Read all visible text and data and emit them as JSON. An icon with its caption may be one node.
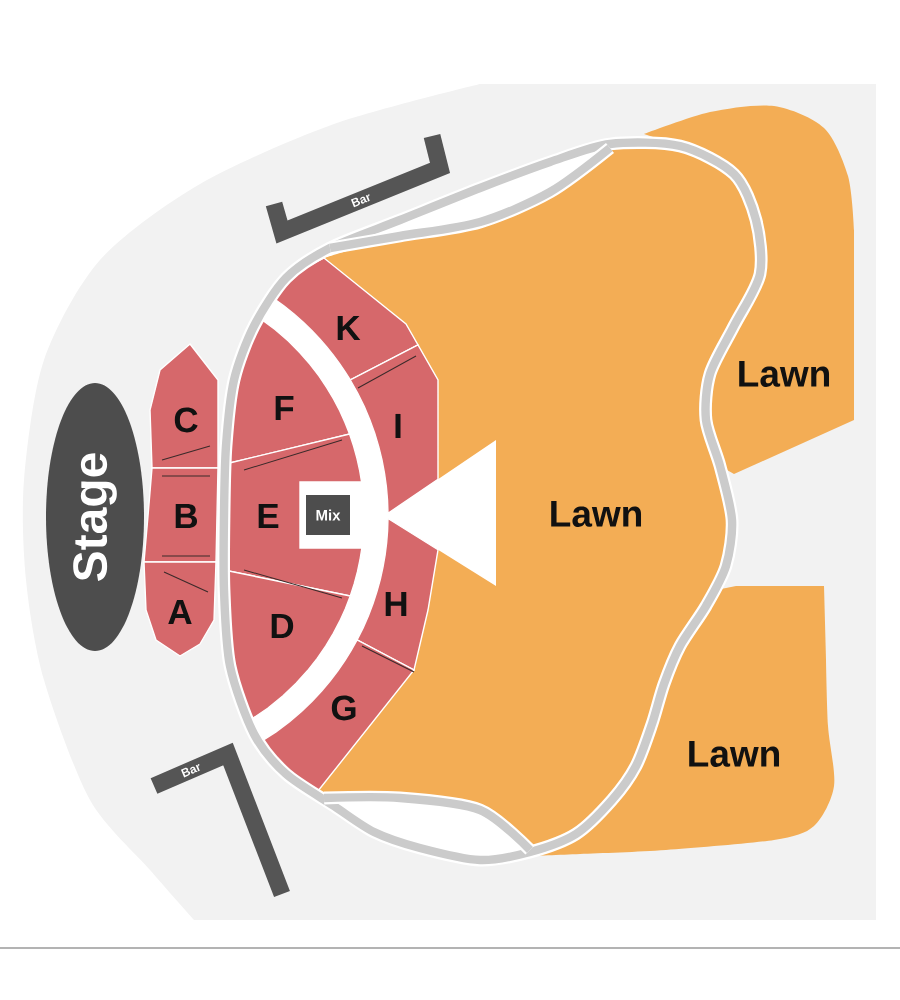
{
  "diagram": {
    "nodes": [
      {
        "text": [
          "Stage"
        ]
      },
      {
        "text": [
          "C"
        ]
      },
      {
        "text": [
          "B"
        ]
      },
      {
        "text": [
          "A"
        ]
      },
      {
        "text": [
          "F"
        ]
      },
      {
        "text": [
          "E"
        ]
      },
      {
        "text": [
          "D"
        ]
      },
      {
        "text": [
          "K"
        ]
      },
      {
        "text": [
          "I"
        ]
      },
      {
        "text": [
          "H"
        ]
      },
      {
        "text": [
          "G"
        ]
      },
      {
        "text": [
          "Mix"
        ]
      },
      {
        "text": [
          "Lawn"
        ]
      },
      {
        "text": [
          "Lawn"
        ]
      },
      {
        "text": [
          "Lawn"
        ]
      },
      {
        "text": [
          "Bar"
        ]
      },
      {
        "text": [
          "Bar"
        ]
      }
    ]
  }
}
